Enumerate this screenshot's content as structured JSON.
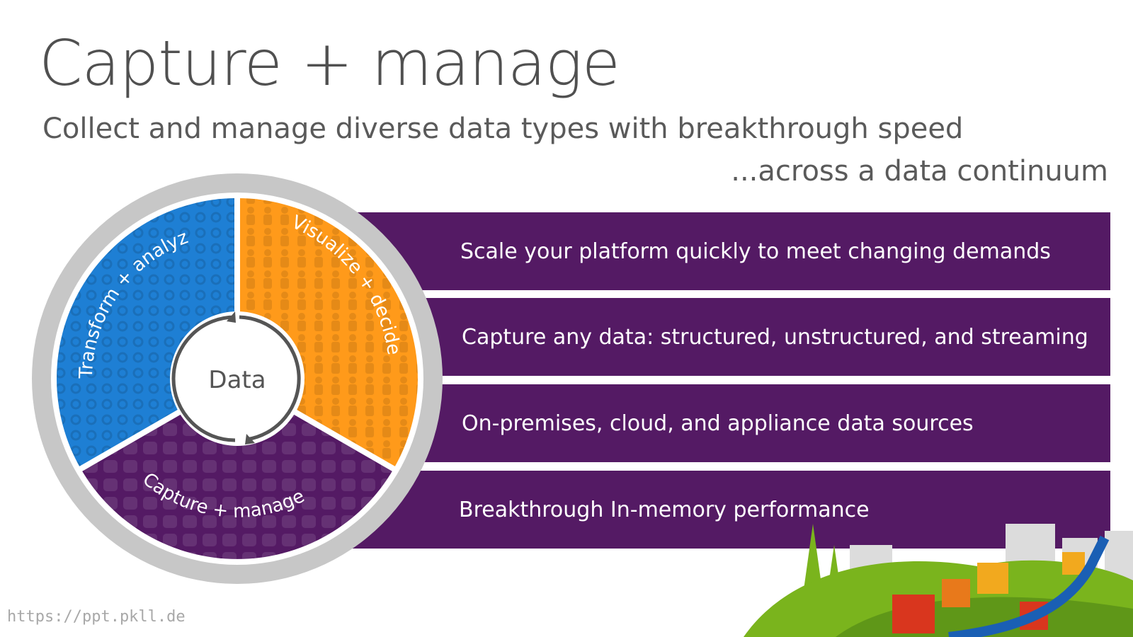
{
  "slide": {
    "title": "Capture + manage",
    "subtitle": "Collect and manage diverse data types with breakthrough speed",
    "tagline": "...across a data continuum"
  },
  "cycle": {
    "center_label": "Data",
    "segments": [
      {
        "label": "Transform + analyze",
        "color": "#1e7fd4"
      },
      {
        "label": "Visualize + decide",
        "color": "#ff9a1a"
      },
      {
        "label": "Capture + manage",
        "color": "#541a64"
      }
    ],
    "ring_color": "#c7c7c7"
  },
  "bars": [
    {
      "text": "Scale your platform quickly to meet changing demands"
    },
    {
      "text": "Capture any data: structured, unstructured, and streaming"
    },
    {
      "text": "On-premises, cloud, and appliance data sources"
    },
    {
      "text": "Breakthrough In-memory performance"
    }
  ],
  "bar_color": "#541a64",
  "watermark": "https://ppt.pkll.de"
}
